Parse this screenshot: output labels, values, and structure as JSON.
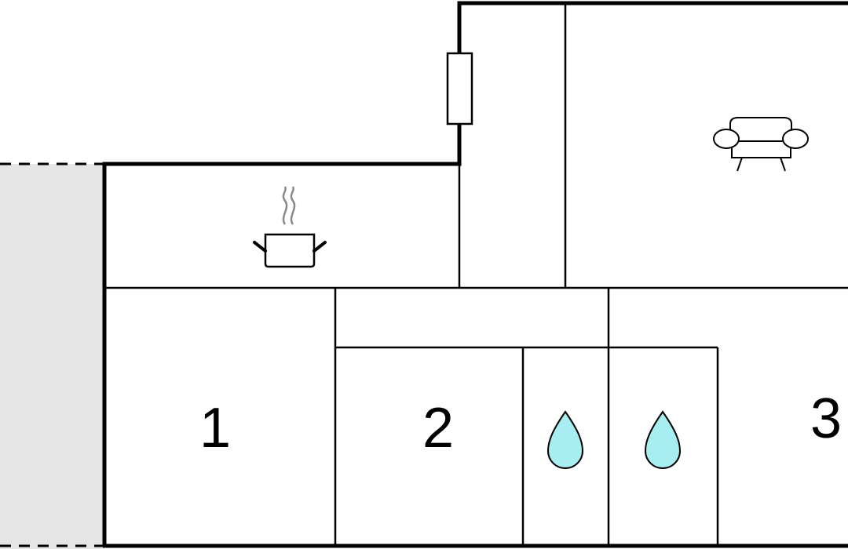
{
  "colors": {
    "wall": "#000000",
    "background": "#ffffff",
    "terrace": "#e5e5e5",
    "water": "#a8eef0"
  },
  "rooms": [
    {
      "label": "1"
    },
    {
      "label": "2"
    },
    {
      "label": "3"
    }
  ],
  "icons": {
    "kitchen": "cooking-pot-icon",
    "living": "sofa-icon",
    "bathroom": "water-drop-icon"
  }
}
